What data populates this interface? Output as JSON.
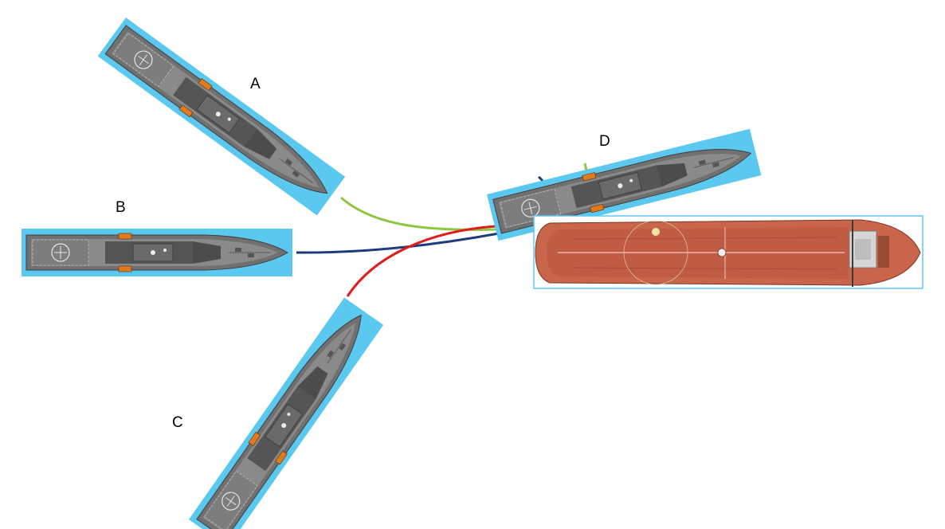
{
  "vessels": [
    {
      "id": "A",
      "label": "A"
    },
    {
      "id": "B",
      "label": "B"
    },
    {
      "id": "C",
      "label": "C"
    },
    {
      "id": "D",
      "label": "D"
    }
  ],
  "colors": {
    "frame": "#5bc8ef",
    "hull": "#6e6e6e",
    "deck": "#8a8a8a",
    "superstructure": "#4f4f4f",
    "lifeboat": "#e07a1f",
    "tanker_hull": "#c8654a",
    "tanker_deck": "#b55a42",
    "line_a": "#8dc63f",
    "line_b": "#1f3c7a",
    "line_c": "#e21b1b",
    "tanker_frame": "#5bc8ef"
  }
}
